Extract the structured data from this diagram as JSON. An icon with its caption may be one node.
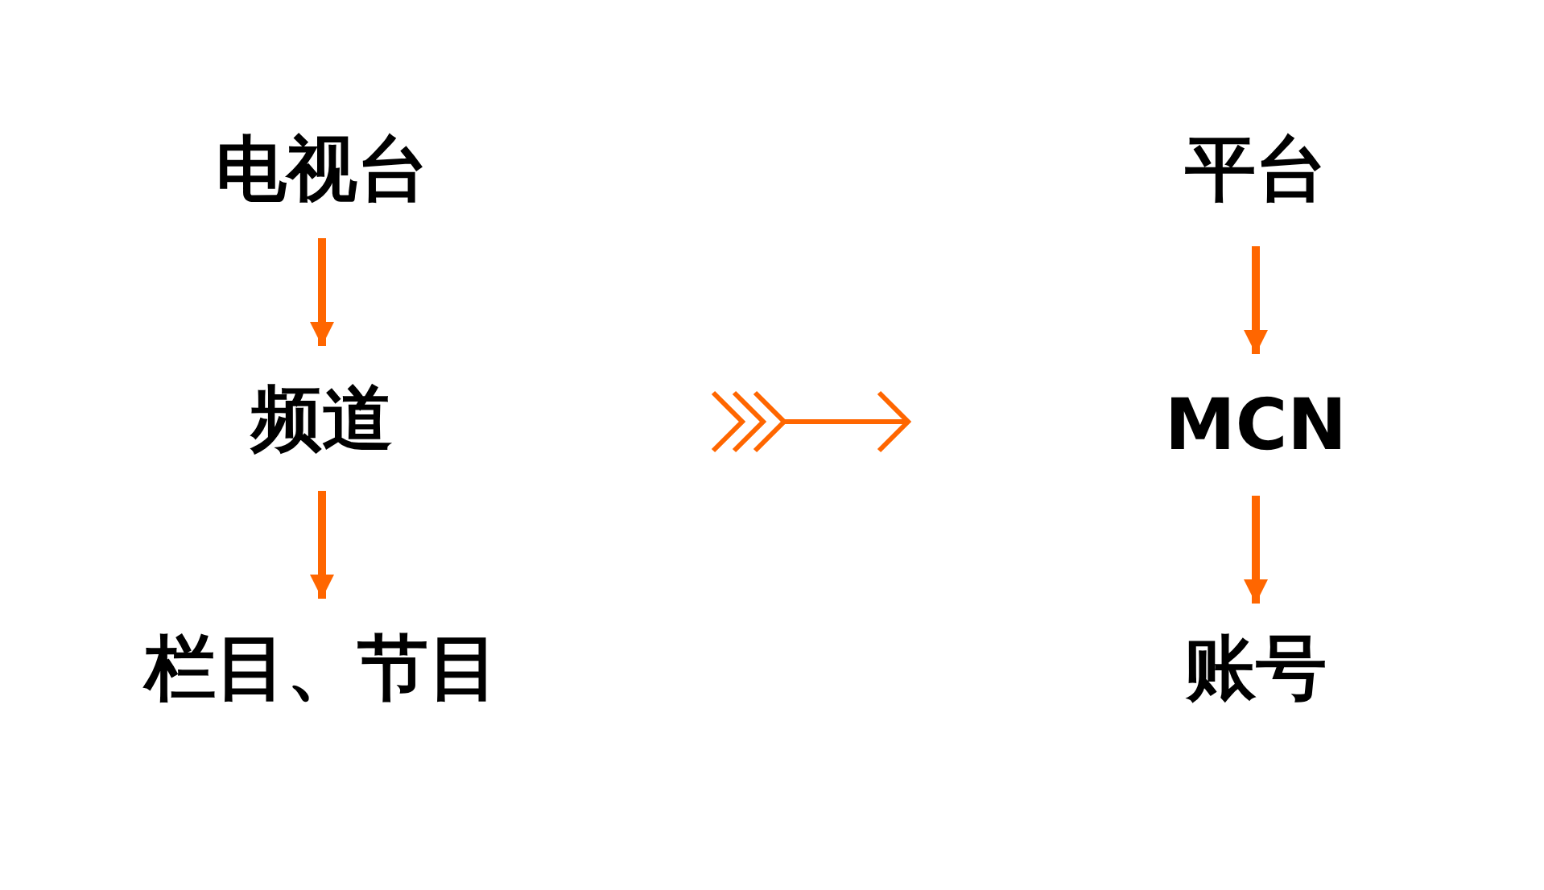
{
  "diagram": {
    "nodes": [
      {
        "text": [
          "电视台"
        ]
      },
      {
        "text": [
          "频道"
        ]
      },
      {
        "text": [
          "栏目、节目"
        ]
      },
      {
        "text": [
          "平台"
        ]
      },
      {
        "text": [
          "MCN"
        ]
      },
      {
        "text": [
          "账号"
        ]
      }
    ],
    "edges": [
      {
        "from": 0,
        "to": 1,
        "arrow": "to"
      },
      {
        "from": 1,
        "to": 2,
        "arrow": "to"
      },
      {
        "from": 3,
        "to": 4,
        "arrow": "to"
      },
      {
        "from": 4,
        "to": 5,
        "arrow": "to"
      }
    ]
  }
}
